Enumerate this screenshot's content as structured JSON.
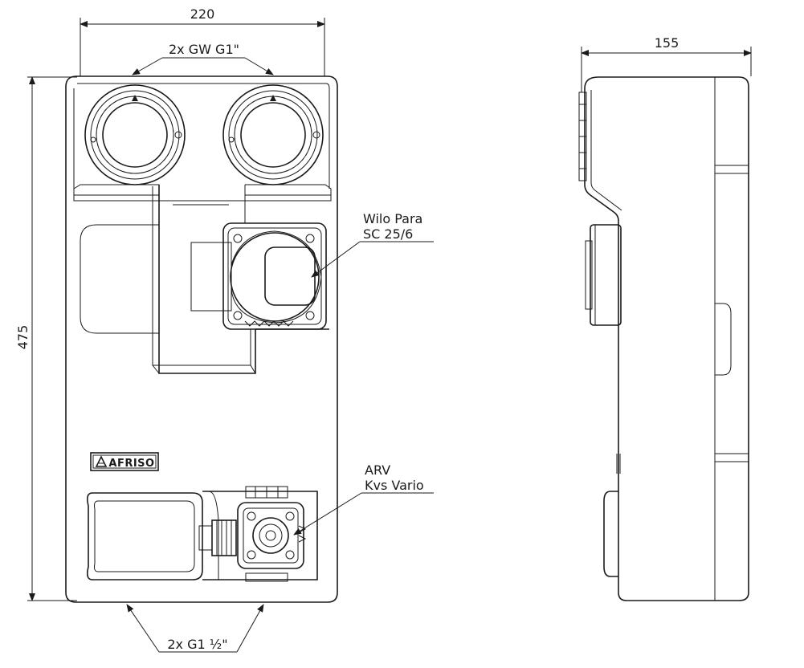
{
  "front_view": {
    "width_dimension": "220",
    "height_dimension": "475",
    "top_connection_label": "2x GW G1\"",
    "bottom_connection_label": "2x G1 ½\"",
    "pump_label_line1": "Wilo Para",
    "pump_label_line2": "SC 25/6",
    "valve_label_line1": "ARV",
    "valve_label_line2": "Kvs Vario",
    "brand_logo": "AFRISO"
  },
  "side_view": {
    "depth_dimension": "155"
  },
  "colors": {
    "line": "#1a1a1a",
    "background": "#ffffff"
  }
}
